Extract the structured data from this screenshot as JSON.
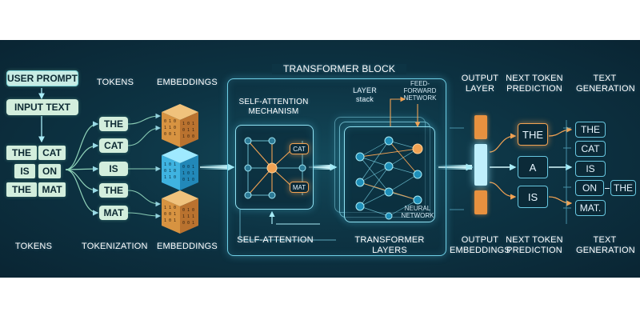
{
  "input": {
    "user_prompt": "USER PROMPT",
    "input_text": "INPUT TEXT",
    "words": [
      "THE",
      "CAT",
      "IS",
      "ON",
      "THE",
      "MAT"
    ]
  },
  "tokens_section": {
    "heading": "TOKENS",
    "items": [
      "THE",
      "CAT",
      "IS",
      "THE",
      "MAT"
    ]
  },
  "embeddings_section": {
    "heading": "EMBEDDINGS"
  },
  "transformer": {
    "block_title": "TRANSFORMER BLOCK",
    "self_attention_title": "SELF-ATTENTION MECHANISM",
    "attention_nodes": [
      "CAT",
      "MAT"
    ],
    "self_attention_label": "SELF-ATTENTION",
    "layer_stack_label": "LAYER stack",
    "ffn_label": "FEED-FORWARD NETWORK",
    "nn_label": "NEURAL NETWORK",
    "layers_label": "TRANSFORMER LAYERS"
  },
  "output_layer": {
    "heading": "OUTPUT LAYER",
    "bottom_label": "OUTPUT EMBEDDINGS"
  },
  "next_token": {
    "heading": "NEXT TOKEN PREDICTION",
    "items": [
      "THE",
      "A",
      "IS"
    ],
    "bottom_label": "NEXT TOKEN PREDICTION"
  },
  "generation": {
    "heading": "TEXT GENERATION",
    "items": [
      "THE",
      "CAT",
      "IS",
      "ON",
      "THE",
      "MAT."
    ],
    "bottom_label": "TEXT GENERATION"
  },
  "bottom_labels": {
    "tokens": "TOKENS",
    "tokenization": "TOKENIZATION",
    "embeddings": "EMBEDDINGS"
  },
  "colors": {
    "accent_cyan": "#7fe3f5",
    "accent_orange": "#f1a253",
    "token_green": "#d3eedd",
    "panel_bg": "#0d3444"
  }
}
